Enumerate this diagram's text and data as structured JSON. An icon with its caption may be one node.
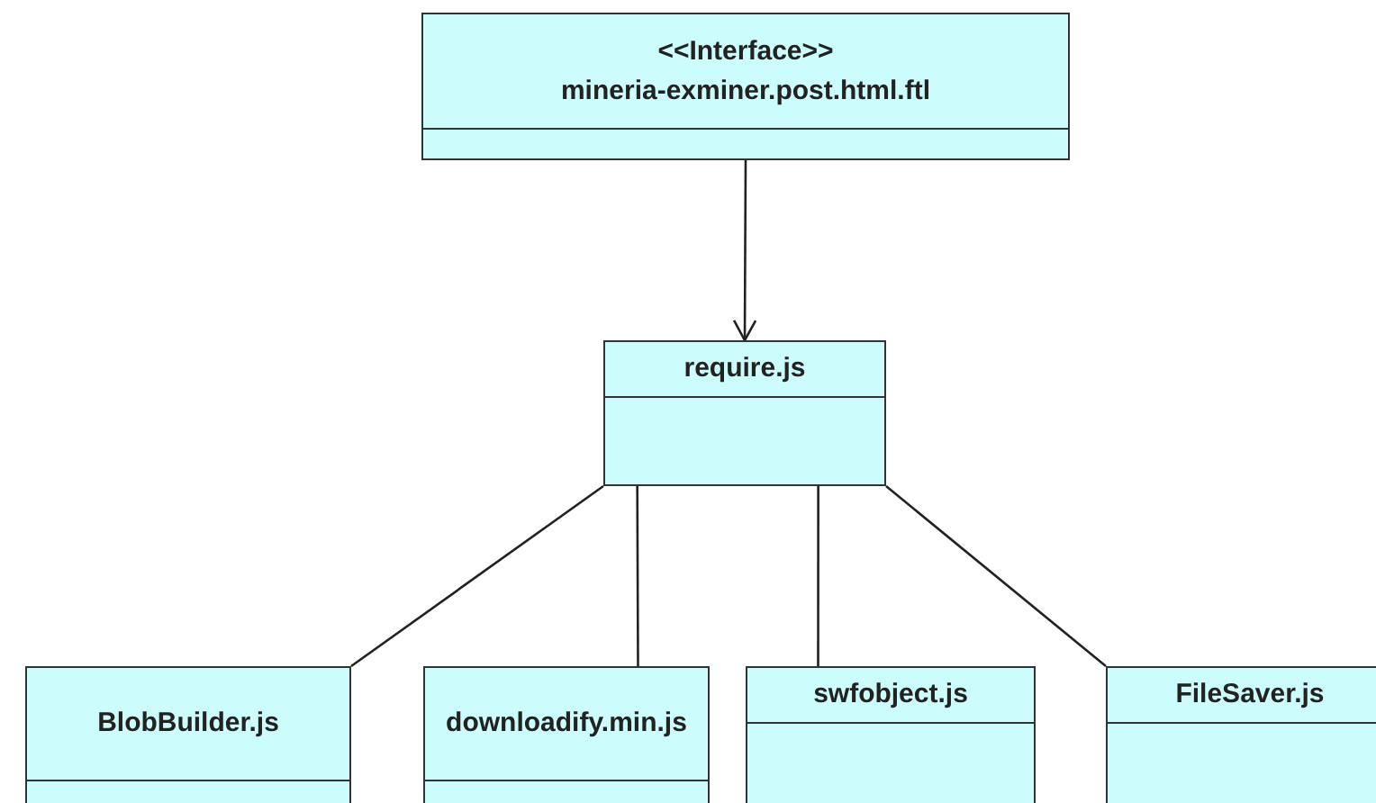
{
  "diagram": {
    "nodes": [
      {
        "text": [
          "<<Interface>>",
          "mineria-exminer.post.html.ftl"
        ]
      },
      {
        "text": [
          "require.js"
        ]
      },
      {
        "text": [
          "BlobBuilder.js"
        ]
      },
      {
        "text": [
          "downloadify.min.js"
        ]
      },
      {
        "text": [
          "swfobject.js"
        ]
      },
      {
        "text": [
          "FileSaver.js"
        ]
      }
    ],
    "edges": [
      {
        "from": 0,
        "to": 1,
        "arrow": "to"
      },
      {
        "from": 1,
        "to": 2,
        "arrow": "none"
      },
      {
        "from": 1,
        "to": 3,
        "arrow": "none"
      },
      {
        "from": 1,
        "to": 4,
        "arrow": "none"
      },
      {
        "from": 1,
        "to": 5,
        "arrow": "none"
      }
    ]
  }
}
